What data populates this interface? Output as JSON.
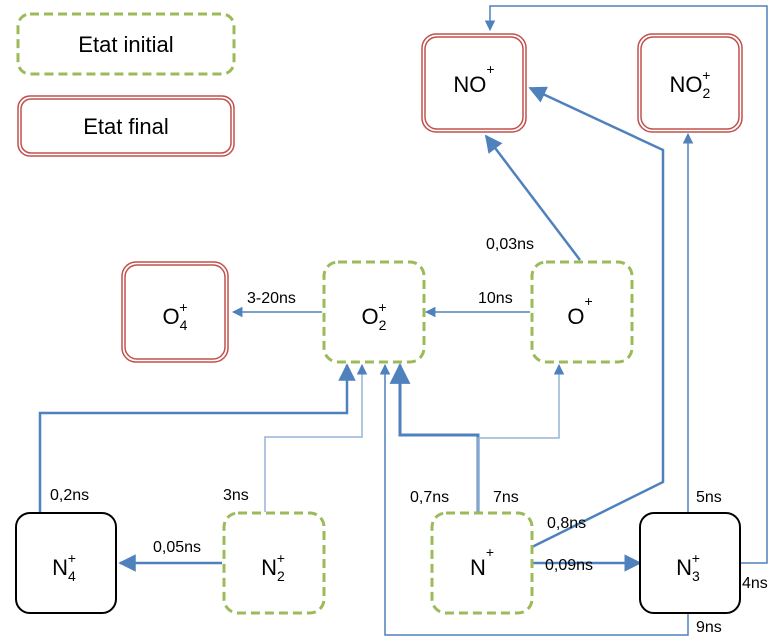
{
  "legend": {
    "initial": "Etat initial",
    "final": "Etat final"
  },
  "nodes": {
    "no": {
      "base": "NO",
      "sub": "",
      "sup": "+"
    },
    "no2": {
      "base": "NO",
      "sub": "2",
      "sup": "+"
    },
    "o4": {
      "base": "O",
      "sub": "4",
      "sup": "+"
    },
    "o2": {
      "base": "O",
      "sub": "2",
      "sup": "+"
    },
    "o": {
      "base": "O",
      "sub": "",
      "sup": "+"
    },
    "n4": {
      "base": "N",
      "sub": "4",
      "sup": "+"
    },
    "n2": {
      "base": "N",
      "sub": "2",
      "sup": "+"
    },
    "n": {
      "base": "N",
      "sub": "",
      "sup": "+"
    },
    "n3": {
      "base": "N",
      "sub": "3",
      "sup": "+"
    }
  },
  "edges": {
    "o_no": "0,03ns",
    "o2_o4": "3-20ns",
    "o_o2": "10ns",
    "n4_o2": "0,2ns",
    "n2_o2": "3ns",
    "n2_n4": "0,05ns",
    "n_o2": "0,7ns",
    "n_o": "7ns",
    "n_no": "0,8ns",
    "n_n3": "0,09ns",
    "n3_no2": "5ns",
    "n3_no": "4ns",
    "n3_o2": "9ns"
  },
  "colors": {
    "initial": "#9bbb59",
    "final": "#c0504d",
    "neutral": "#000000",
    "arrow": "#4f81bd",
    "connector": "#95b3d7"
  }
}
